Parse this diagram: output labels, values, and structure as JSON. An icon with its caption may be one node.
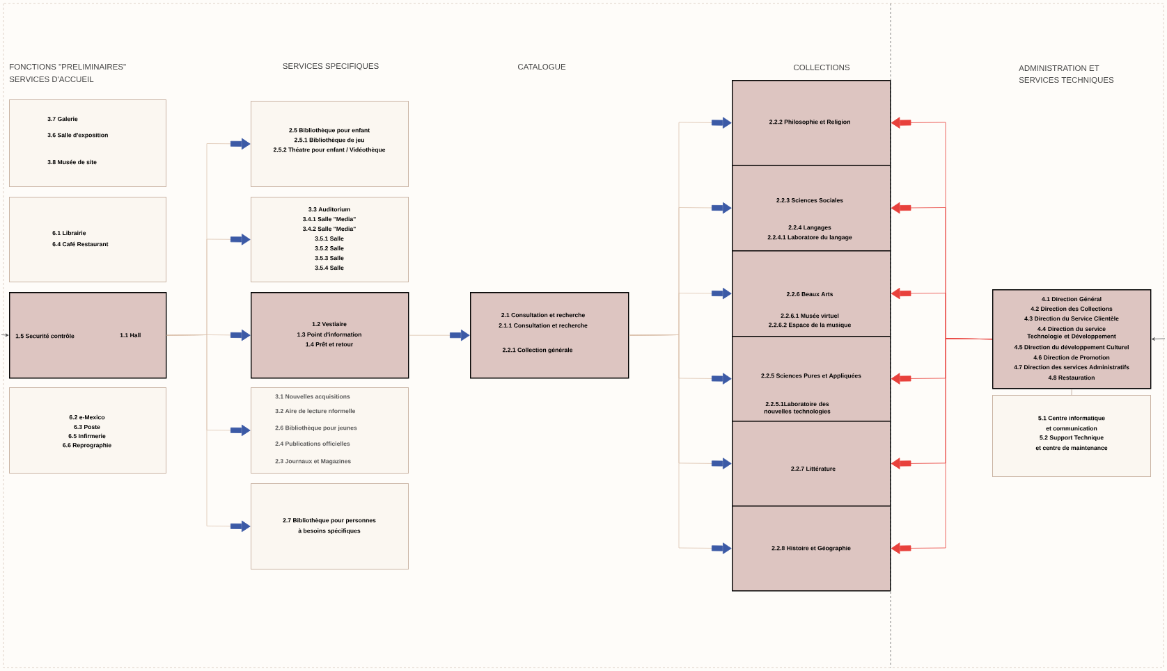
{
  "diagram": {
    "nodes": [
      {
        "text": [
          "3.7 Galerie",
          "3.6 Salle d'exposition",
          "3.8 Musée de site"
        ]
      },
      {
        "text": [
          "6.1 Librairie",
          "6.4 Café Restaurant"
        ]
      },
      {
        "text": [
          "1.5 Securité contrôle",
          "1.1 Hall"
        ]
      },
      {
        "text": [
          "6.2 e-Mexico",
          "6.3 Poste",
          "6.5 Infirmerie",
          "6.6 Reprographie"
        ]
      },
      {
        "text": [
          "2.5 Bibliothèque pour enfant",
          "2.5.1 Bibliothèque de jeu",
          "2.5.2 Théatre pour enfant / Vidéothèque"
        ]
      },
      {
        "text": [
          "3.3 Auditorium",
          "3.4.1 Salle \"Media\"",
          "3.4.2 Salle \"Media\"",
          "3.5.1 Salle",
          "3.5.2 Salle",
          "3.5.3 Salle",
          "3.5.4 Salle"
        ]
      },
      {
        "text": [
          "1.2 Vestiaire",
          "1.3 Point d'information",
          "1.4 Prêt et retour"
        ]
      },
      {
        "text": [
          "3.1 Nouvelles acquisitions",
          "3.2 Aire de lecture nformelle",
          "2.6 Bibliothèque pour jeunes",
          "2.4 Publications officielles",
          "2.3 Journaux et Magazines"
        ]
      },
      {
        "text": [
          "2.7 Bibliothèque pour personnes",
          "à besoins spécifiques"
        ]
      },
      {
        "text": [
          "2.1 Consultation et recherche",
          "2.1.1 Consultation et recherche",
          "2.2.1 Collection générale"
        ]
      },
      {
        "text": [
          "2.2.2 Philosophie et Religion"
        ]
      },
      {
        "text": [
          "2.2.3 Sciences Sociales",
          "2.2.4 Langages",
          "2.2.4.1 Laboratore du langage"
        ]
      },
      {
        "text": [
          "2.2.6 Beaux Arts",
          "2.2.6.1 Musée virtuel",
          "2.2.6.2 Espace de la musique"
        ]
      },
      {
        "text": [
          "2.2.5 Sciences Pures et Appliquées",
          "2.2.5.1Laboratoire des nouvelles technologies"
        ]
      },
      {
        "text": [
          "2.2.7 Littérature"
        ]
      },
      {
        "text": [
          "2.2.8 Histoire et Géographie"
        ]
      },
      {
        "text": [
          "4.1 Direction Général",
          "4.2 Direction des Collections",
          "4.3 Direction du Service Clientèle",
          "4.4 Direction du service Technologie et Développement",
          "4.5 Direction du développement Culturel",
          "4.6 Direction de Promotion",
          "4.7 Direction des services Administratifs",
          "4.8 Restauration"
        ]
      },
      {
        "text": [
          "5.1 Centre informatique",
          "et communication",
          "5.2 Support Technique",
          "et centre de maintenance"
        ]
      }
    ],
    "edges": [
      {
        "from": null,
        "to": 2,
        "arrow": "to",
        "color": "#555555"
      },
      {
        "from": 2,
        "to": 4,
        "arrow": "to"
      },
      {
        "from": 2,
        "to": 5,
        "arrow": "to"
      },
      {
        "from": 2,
        "to": 6,
        "arrow": "to"
      },
      {
        "from": 2,
        "to": 7,
        "arrow": "to"
      },
      {
        "from": 2,
        "to": 8,
        "arrow": "to"
      },
      {
        "from": 6,
        "to": 9,
        "arrow": "to"
      },
      {
        "from": 9,
        "to": 10,
        "arrow": "to"
      },
      {
        "from": 9,
        "to": 11,
        "arrow": "to"
      },
      {
        "from": 9,
        "to": 12,
        "arrow": "to"
      },
      {
        "from": 9,
        "to": 13,
        "arrow": "to"
      },
      {
        "from": 9,
        "to": 14,
        "arrow": "to"
      },
      {
        "from": 9,
        "to": 15,
        "arrow": "to"
      },
      {
        "from": 16,
        "to": 10,
        "arrow": "to",
        "color": "#e8413c"
      },
      {
        "from": 16,
        "to": 11,
        "arrow": "to",
        "color": "#e8413c"
      },
      {
        "from": 16,
        "to": 12,
        "arrow": "to",
        "color": "#e8413c"
      },
      {
        "from": 16,
        "to": 13,
        "arrow": "to",
        "color": "#e8413c"
      },
      {
        "from": 16,
        "to": 14,
        "arrow": "to",
        "color": "#e8413c"
      },
      {
        "from": 16,
        "to": 15,
        "arrow": "to",
        "color": "#e8413c"
      },
      {
        "from": 16,
        "to": 17,
        "arrow": "none",
        "color": "#b8a090"
      },
      {
        "from": null,
        "to": 16,
        "arrow": "to",
        "color": "#555555"
      }
    ],
    "labels": [
      "FONCTIONS \"PRELIMINAIRES\"",
      "SERVICES D'ACCUEIL",
      "SERVICES SPECIFIQUES",
      "CATALOGUE",
      "COLLECTIONS",
      "ADMINISTRATION ET",
      "SERVICES TECHNIQUES"
    ]
  }
}
